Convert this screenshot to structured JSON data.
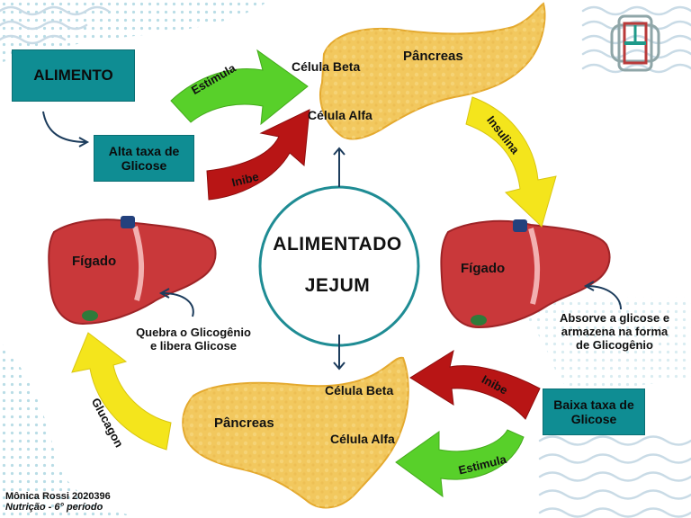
{
  "center": {
    "top_label": "ALIMENTADO",
    "bottom_label": "JEJUM"
  },
  "boxes": {
    "alimento": "ALIMENTO",
    "alta_glicose": "Alta taxa de Glicose",
    "baixa_glicose": "Baixa taxa de Glicose"
  },
  "arrows": {
    "estimula_top": "Estimula",
    "inibe_top": "Inibe",
    "insulina": "Insulina",
    "inibe_bottom": "Inibe",
    "estimula_bottom": "Estimula",
    "glucagon": "Glucagon"
  },
  "pancreas_top": {
    "name": "Pâncreas",
    "beta": "Célula Beta",
    "alfa": "Célula Alfa"
  },
  "pancreas_bottom": {
    "name": "Pâncreas",
    "beta": "Célula Beta",
    "alfa": "Célula Alfa"
  },
  "liver_left": {
    "name": "Fígado",
    "caption_line1": "Quebra o Glicogênio",
    "caption_line2": "e libera Glicose"
  },
  "liver_right": {
    "name": "Fígado",
    "caption_line1": "Absorve a glicose e",
    "caption_line2": "armazena na forma",
    "caption_line3": "de Glicogênio"
  },
  "footer": {
    "author": "Mônica Rossi 2020396",
    "course": "Nutrição - 6° período"
  },
  "colors": {
    "teal": "#0f8d93",
    "green": "#58d02a",
    "yellow": "#f4e51c",
    "red": "#b81515",
    "liver": "#c9383a",
    "pancreas": "#f2c85e",
    "navy": "#1c3c5c"
  }
}
